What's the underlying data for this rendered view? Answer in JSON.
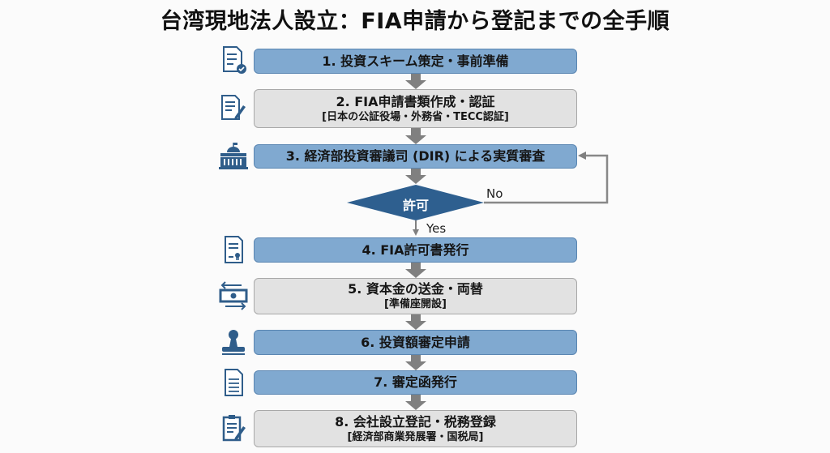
{
  "title": "台湾現地法人設立：FIA申請から登記までの全手順",
  "steps": [
    {
      "label": "1. 投資スキーム策定・事前準備",
      "icon": "checklist-icon",
      "style": "blue"
    },
    {
      "label": "2. FIA申請書類作成・認証",
      "sub": "[日本の公証役場・外務省・TECC認証]",
      "icon": "document-pen-icon",
      "style": "gray"
    },
    {
      "label": "3. 経済部投資審議司 (DIR) による実質審査",
      "icon": "government-building-icon",
      "style": "blue"
    },
    {
      "label": "4. FIA許可書発行",
      "icon": "certificate-icon",
      "style": "blue"
    },
    {
      "label": "5. 資本金の送金・両替",
      "sub": "[準備座開設]",
      "icon": "money-transfer-icon",
      "style": "gray"
    },
    {
      "label": "6. 投資額審定申請",
      "icon": "stamp-icon",
      "style": "blue"
    },
    {
      "label": "7. 審定函発行",
      "icon": "document-icon",
      "style": "blue"
    },
    {
      "label": "8. 会社設立登記・税務登録",
      "sub": "[経済部商業発展署・国税局]",
      "icon": "clipboard-pen-icon",
      "style": "gray"
    }
  ],
  "decision": {
    "label": "許可",
    "yes": "Yes",
    "no": "No"
  },
  "colors": {
    "blue": "#80a9d0",
    "gray": "#e2e2e2",
    "diamond": "#2e5f8f",
    "icon": "#2f5d8a",
    "arrow": "#808080"
  }
}
